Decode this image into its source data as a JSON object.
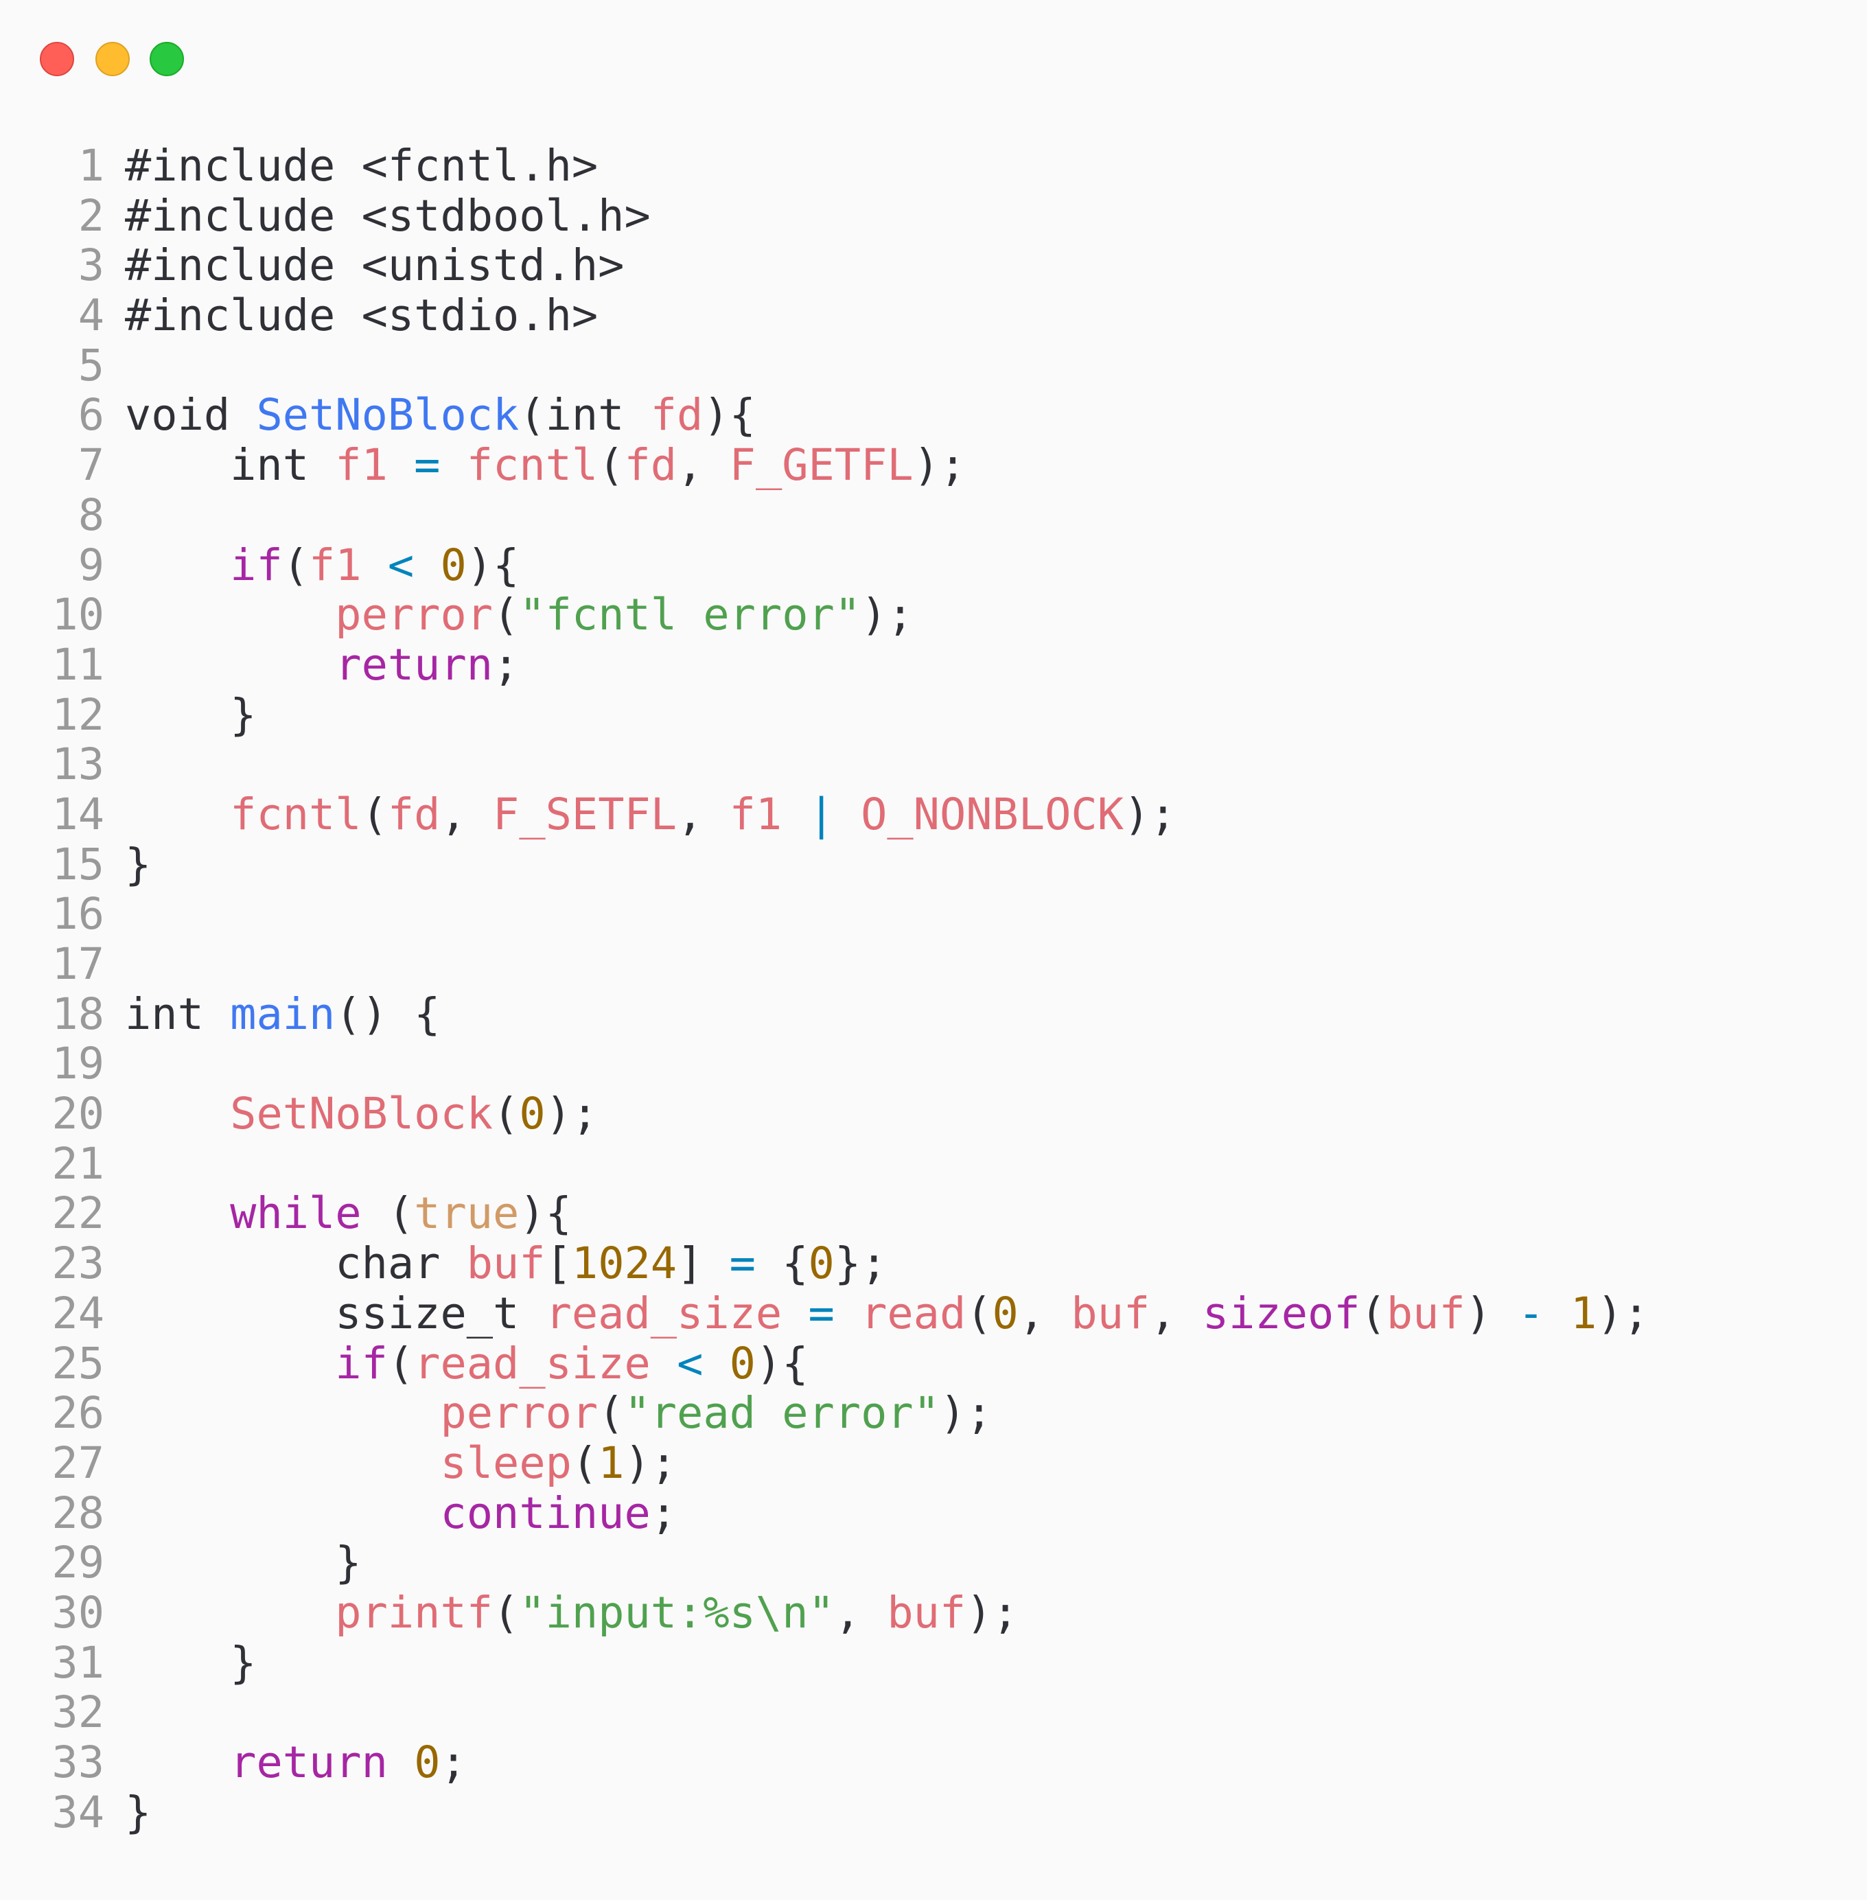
{
  "window": {
    "controls": [
      "close",
      "minimize",
      "maximize"
    ]
  },
  "colors": {
    "keyword": "#a626a4",
    "function": "#4078f2",
    "variable": "#e06c75",
    "string": "#50a14f",
    "number": "#986801",
    "operator": "#0184bc",
    "boolean": "#d19a66",
    "plain": "#2f3137",
    "line_number": "#999999"
  },
  "lines": [
    [
      [
        "p",
        "#include <fcntl.h>"
      ]
    ],
    [
      [
        "p",
        "#include <stdbool.h>"
      ]
    ],
    [
      [
        "p",
        "#include <unistd.h>"
      ]
    ],
    [
      [
        "p",
        "#include <stdio.h>"
      ]
    ],
    [],
    [
      [
        "p",
        "void "
      ],
      [
        "f",
        "SetNoBlock"
      ],
      [
        "p",
        "(int "
      ],
      [
        "v",
        "fd"
      ],
      [
        "p",
        "){"
      ]
    ],
    [
      [
        "p",
        "    int "
      ],
      [
        "v",
        "f1"
      ],
      [
        "p",
        " "
      ],
      [
        "o",
        "="
      ],
      [
        "p",
        " "
      ],
      [
        "v",
        "fcntl"
      ],
      [
        "p",
        "("
      ],
      [
        "v",
        "fd"
      ],
      [
        "p",
        ", "
      ],
      [
        "v",
        "F_GETFL"
      ],
      [
        "p",
        ");"
      ]
    ],
    [],
    [
      [
        "p",
        "    "
      ],
      [
        "k",
        "if"
      ],
      [
        "p",
        "("
      ],
      [
        "v",
        "f1"
      ],
      [
        "p",
        " "
      ],
      [
        "o",
        "<"
      ],
      [
        "p",
        " "
      ],
      [
        "n",
        "0"
      ],
      [
        "p",
        "){"
      ]
    ],
    [
      [
        "p",
        "        "
      ],
      [
        "v",
        "perror"
      ],
      [
        "p",
        "("
      ],
      [
        "s",
        "\"fcntl error\""
      ],
      [
        "p",
        ");"
      ]
    ],
    [
      [
        "p",
        "        "
      ],
      [
        "k",
        "return"
      ],
      [
        "p",
        ";"
      ]
    ],
    [
      [
        "p",
        "    }"
      ]
    ],
    [],
    [
      [
        "p",
        "    "
      ],
      [
        "v",
        "fcntl"
      ],
      [
        "p",
        "("
      ],
      [
        "v",
        "fd"
      ],
      [
        "p",
        ", "
      ],
      [
        "v",
        "F_SETFL"
      ],
      [
        "p",
        ", "
      ],
      [
        "v",
        "f1"
      ],
      [
        "p",
        " "
      ],
      [
        "o",
        "|"
      ],
      [
        "p",
        " "
      ],
      [
        "v",
        "O_NONBLOCK"
      ],
      [
        "p",
        ");"
      ]
    ],
    [
      [
        "p",
        "}"
      ]
    ],
    [],
    [],
    [
      [
        "p",
        "int "
      ],
      [
        "f",
        "main"
      ],
      [
        "p",
        "() {"
      ]
    ],
    [],
    [
      [
        "p",
        "    "
      ],
      [
        "v",
        "SetNoBlock"
      ],
      [
        "p",
        "("
      ],
      [
        "n",
        "0"
      ],
      [
        "p",
        ");"
      ]
    ],
    [],
    [
      [
        "p",
        "    "
      ],
      [
        "k",
        "while"
      ],
      [
        "p",
        " ("
      ],
      [
        "b",
        "true"
      ],
      [
        "p",
        "){"
      ]
    ],
    [
      [
        "p",
        "        char "
      ],
      [
        "v",
        "buf"
      ],
      [
        "p",
        "["
      ],
      [
        "n",
        "1024"
      ],
      [
        "p",
        "] "
      ],
      [
        "o",
        "="
      ],
      [
        "p",
        " {"
      ],
      [
        "n",
        "0"
      ],
      [
        "p",
        "};"
      ]
    ],
    [
      [
        "p",
        "        ssize_t "
      ],
      [
        "v",
        "read_size"
      ],
      [
        "p",
        " "
      ],
      [
        "o",
        "="
      ],
      [
        "p",
        " "
      ],
      [
        "v",
        "read"
      ],
      [
        "p",
        "("
      ],
      [
        "n",
        "0"
      ],
      [
        "p",
        ", "
      ],
      [
        "v",
        "buf"
      ],
      [
        "p",
        ", "
      ],
      [
        "k",
        "sizeof"
      ],
      [
        "p",
        "("
      ],
      [
        "v",
        "buf"
      ],
      [
        "p",
        ") "
      ],
      [
        "o",
        "-"
      ],
      [
        "p",
        " "
      ],
      [
        "n",
        "1"
      ],
      [
        "p",
        ");"
      ]
    ],
    [
      [
        "p",
        "        "
      ],
      [
        "k",
        "if"
      ],
      [
        "p",
        "("
      ],
      [
        "v",
        "read_size"
      ],
      [
        "p",
        " "
      ],
      [
        "o",
        "<"
      ],
      [
        "p",
        " "
      ],
      [
        "n",
        "0"
      ],
      [
        "p",
        "){"
      ]
    ],
    [
      [
        "p",
        "            "
      ],
      [
        "v",
        "perror"
      ],
      [
        "p",
        "("
      ],
      [
        "s",
        "\"read error\""
      ],
      [
        "p",
        ");"
      ]
    ],
    [
      [
        "p",
        "            "
      ],
      [
        "v",
        "sleep"
      ],
      [
        "p",
        "("
      ],
      [
        "n",
        "1"
      ],
      [
        "p",
        ");"
      ]
    ],
    [
      [
        "p",
        "            "
      ],
      [
        "k",
        "continue"
      ],
      [
        "p",
        ";"
      ]
    ],
    [
      [
        "p",
        "        }"
      ]
    ],
    [
      [
        "p",
        "        "
      ],
      [
        "v",
        "printf"
      ],
      [
        "p",
        "("
      ],
      [
        "s",
        "\"input:%s\\n\""
      ],
      [
        "p",
        ", "
      ],
      [
        "v",
        "buf"
      ],
      [
        "p",
        ");"
      ]
    ],
    [
      [
        "p",
        "    }"
      ]
    ],
    [],
    [
      [
        "p",
        "    "
      ],
      [
        "k",
        "return"
      ],
      [
        "p",
        " "
      ],
      [
        "n",
        "0"
      ],
      [
        "p",
        ";"
      ]
    ],
    [
      [
        "p",
        "}"
      ]
    ]
  ]
}
